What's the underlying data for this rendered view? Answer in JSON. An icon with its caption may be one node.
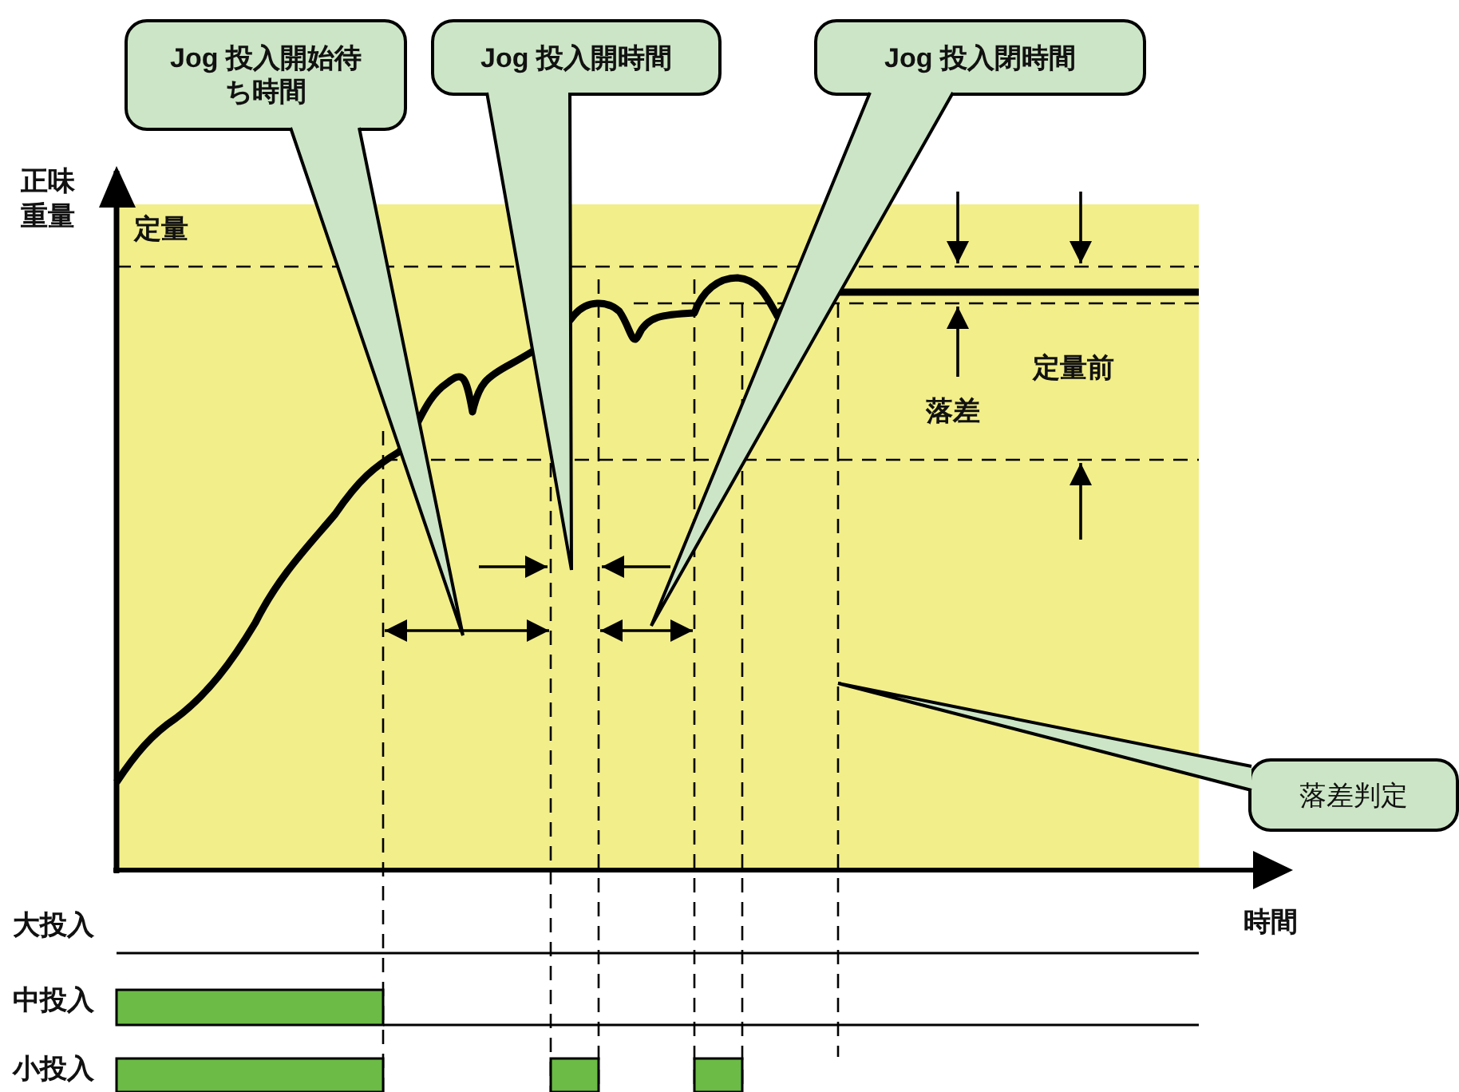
{
  "diagram": {
    "nodes": [
      {
        "text": [
          "Jog 投入開始待ち時間"
        ]
      },
      {
        "text": [
          "Jog 投入開時間"
        ]
      },
      {
        "text": [
          "Jog 投入閉時間"
        ]
      },
      {
        "text": [
          "落差判定"
        ]
      }
    ],
    "edges": [
      {
        "from": 0,
        "to": null,
        "arrow": "none"
      },
      {
        "from": 1,
        "to": null,
        "arrow": "none"
      },
      {
        "from": 2,
        "to": null,
        "arrow": "none"
      },
      {
        "from": 3,
        "to": null,
        "arrow": "none"
      }
    ],
    "labels": [
      "正味重量",
      "定量",
      "定量前",
      "落差",
      "時間",
      "大投入",
      "中投入",
      "小投入"
    ]
  }
}
